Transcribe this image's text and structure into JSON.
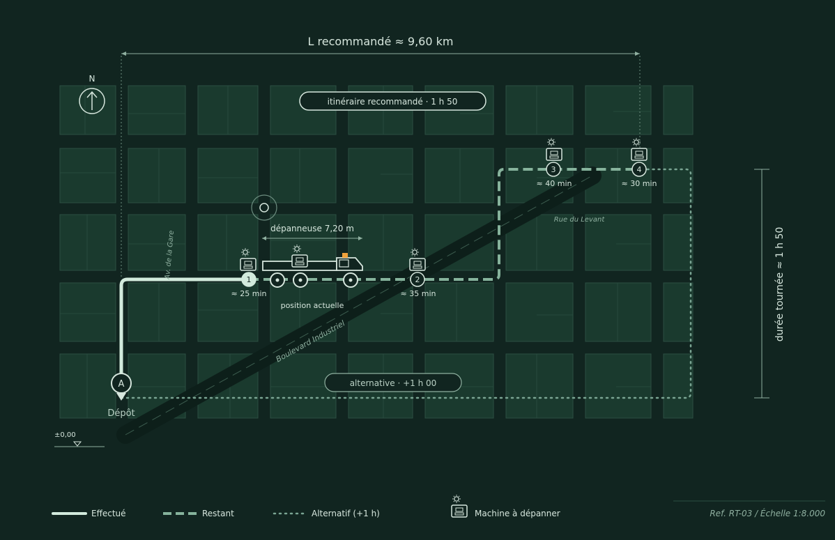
{
  "map": {
    "length_label": "L recommandé ≈ 9,60 km",
    "duration_label": "durée tournée ≈ 1 h 50",
    "north_label": "N",
    "recommended_badge": "itinéraire recommandé · 1 h 50",
    "alternative_badge": "alternative · +1 h 00",
    "truck_length_label": "dépanneuse 7,20 m",
    "current_position_label": "position actuelle",
    "depot_marker": "A",
    "depot_label": "Dépôt",
    "level_label": "±0,00",
    "streets": {
      "av_gare": "Av. de la Gare",
      "boulevard": "Boulevard Industriel",
      "levant": "Rue du Levant"
    },
    "stops": [
      {
        "number": "1",
        "time": "≈ 25 min",
        "status": "done"
      },
      {
        "number": "2",
        "time": "≈ 35 min",
        "status": "remaining"
      },
      {
        "number": "3",
        "time": "≈ 40 min",
        "status": "remaining"
      },
      {
        "number": "4",
        "time": "≈ 30 min",
        "status": "remaining"
      }
    ]
  },
  "legend": {
    "done": "Effectué",
    "remaining": "Restant",
    "alternative": "Alternatif (+1 h)",
    "machine": "Machine à dépanner",
    "reference": "Ref. RT-03 / Échelle 1:8.000"
  },
  "colors": {
    "background": "#112520",
    "block": "#1a3a2e",
    "done_route": "#d2eadc",
    "remaining_route": "#86b39c",
    "accent": "#f0a23c"
  }
}
